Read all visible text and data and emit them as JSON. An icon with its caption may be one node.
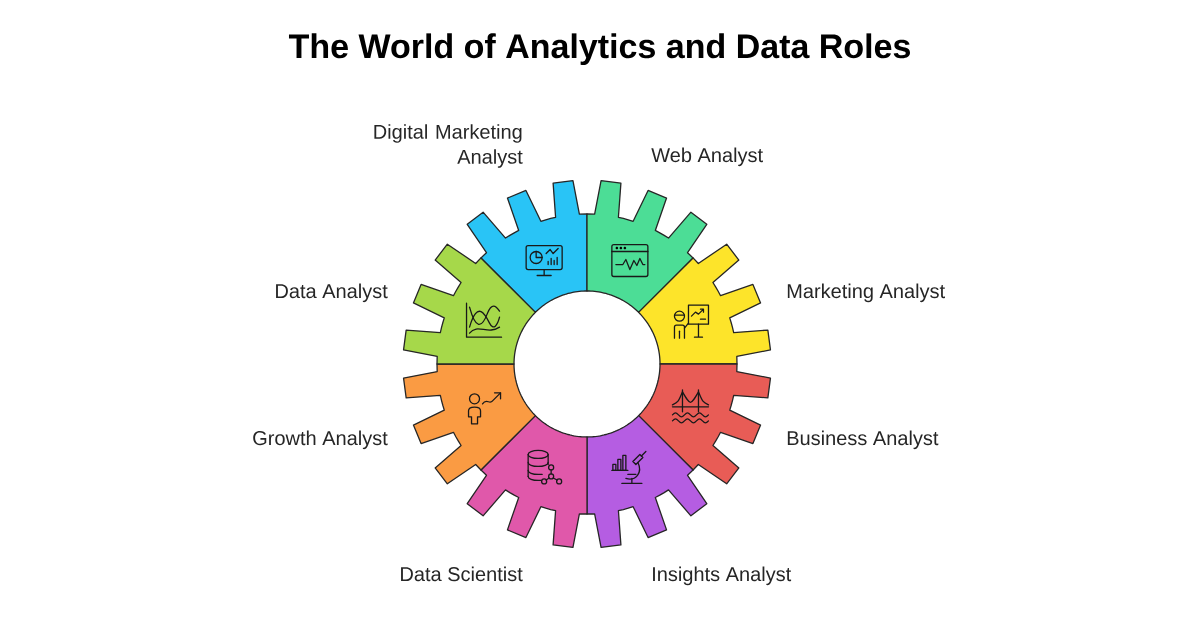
{
  "diagram": {
    "title": "The World of Analytics and Data Roles",
    "nodes": [
      {
        "text": [
          "Digital Marketing Analyst"
        ]
      },
      {
        "text": [
          "Web Analyst"
        ]
      },
      {
        "text": [
          "Marketing Analyst"
        ]
      },
      {
        "text": [
          "Business Analyst"
        ]
      },
      {
        "text": [
          "Insights Analyst"
        ]
      },
      {
        "text": [
          "Data Scientist"
        ]
      },
      {
        "text": [
          "Growth Analyst"
        ]
      },
      {
        "text": [
          "Data Analyst"
        ]
      }
    ]
  }
}
